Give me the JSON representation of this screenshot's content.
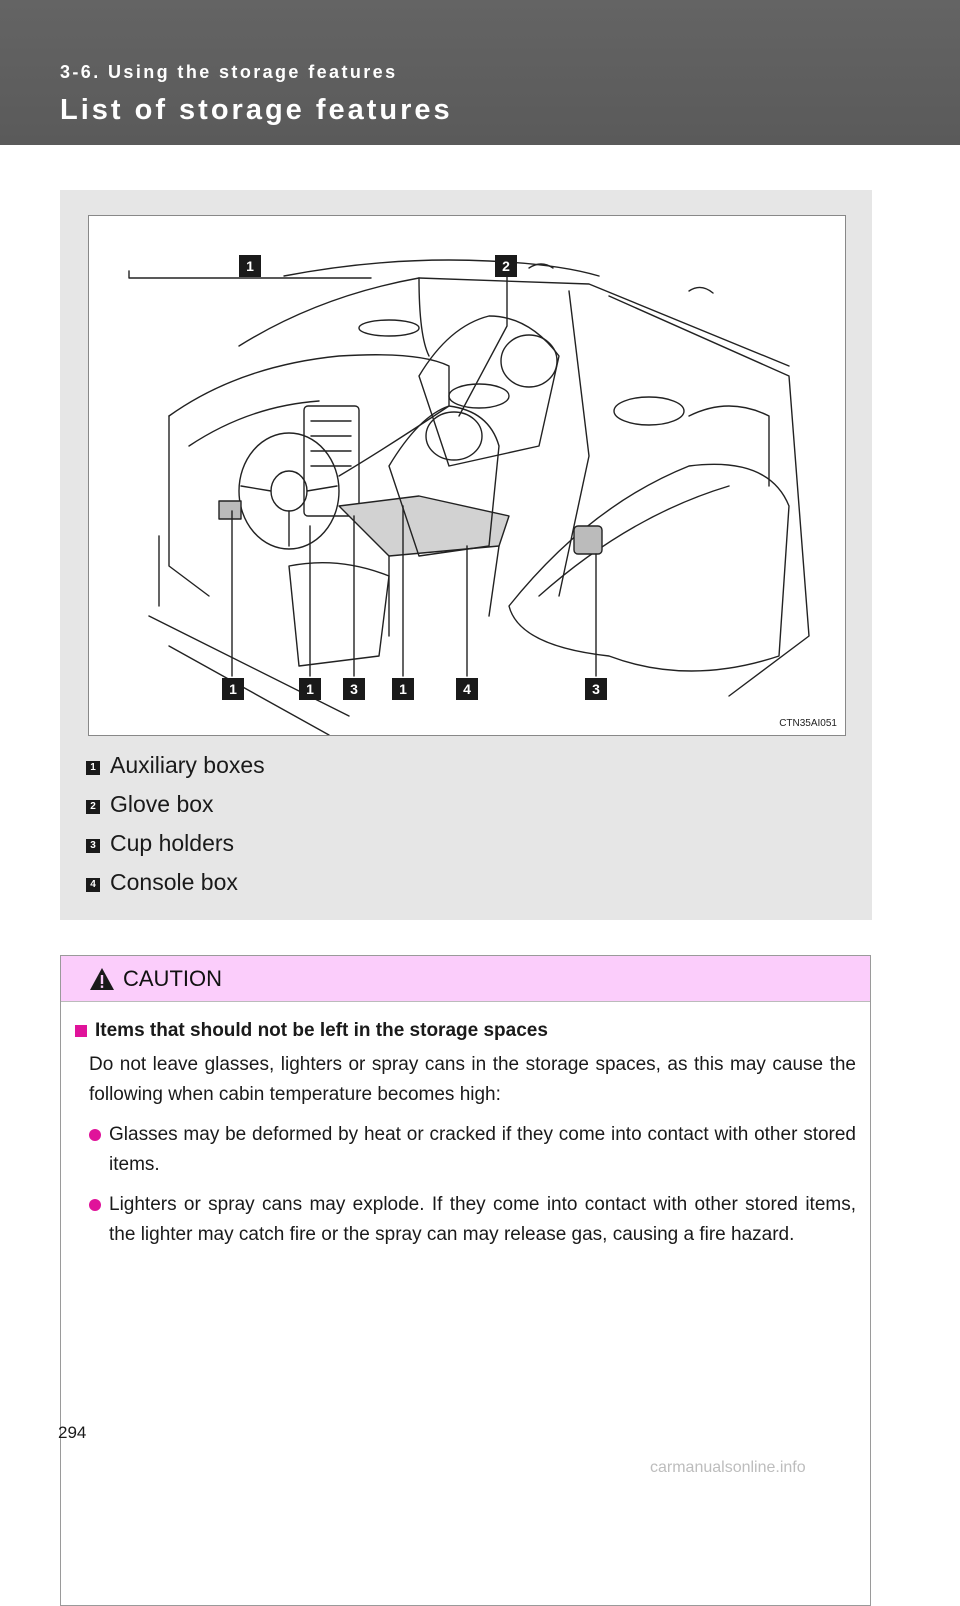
{
  "header": {
    "section": "3-6. Using the storage features",
    "title": "List of storage features"
  },
  "figure": {
    "code": "CTN35AI051",
    "callouts_top": [
      "1",
      "2"
    ],
    "callouts_bottom": [
      "1",
      "1",
      "3",
      "1",
      "4",
      "3"
    ]
  },
  "legend": [
    {
      "num": "1",
      "label": "Auxiliary boxes"
    },
    {
      "num": "2",
      "label": "Glove box"
    },
    {
      "num": "3",
      "label": "Cup holders"
    },
    {
      "num": "4",
      "label": "Console box"
    }
  ],
  "caution": {
    "title": "CAUTION",
    "subheading": "Items that should not be left in the storage spaces",
    "paragraph": "Do not leave glasses, lighters or spray cans in the storage spaces, as this may cause the following when cabin temperature becomes high:",
    "bullets": [
      "Glasses may be deformed by heat or cracked if they come into contact with other stored items.",
      "Lighters or spray cans may explode. If they come into contact with other stored items, the lighter may catch fire or the spray can may release gas, causing a fire hazard."
    ]
  },
  "page_number": "294",
  "watermark": "carmanualsonline.info",
  "colors": {
    "header_bg": "#5e5e5e",
    "caution_bg": "#fbcdfb",
    "marker": "#e0139a",
    "panel_bg": "#e6e6e6"
  }
}
